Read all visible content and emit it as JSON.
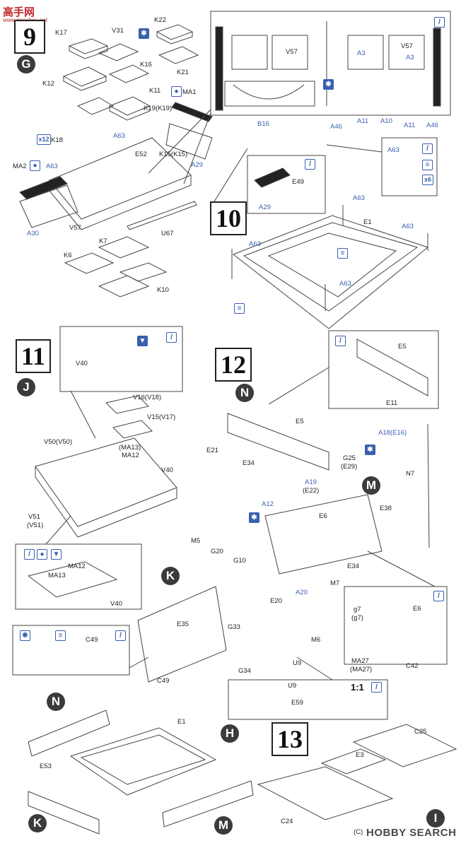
{
  "header_logo": {
    "site": "高手网",
    "url": "www.gaoshou.net"
  },
  "watermark": {
    "copyright": "(C)",
    "brand": "HOBBY SEARCH"
  },
  "steps": {
    "s9": "9",
    "s10": "10",
    "s11": "11",
    "s12": "12",
    "s13": "13"
  },
  "circles": {
    "g": "G",
    "j": "J",
    "k": "K",
    "m": "M",
    "n1": "N",
    "n2": "N",
    "h": "H",
    "k2": "K",
    "m2": "M",
    "i": "I"
  },
  "scale_label": "1:1",
  "multipliers": {
    "x12": "x12",
    "x6": "x6"
  },
  "parts": {
    "k17": "K17",
    "v31": "V31",
    "k22": "K22",
    "k12": "K12",
    "k16": "K16",
    "k21": "K21",
    "k11": "K11",
    "ma1": "MA1",
    "k19": "K19(K19)",
    "a63a": "A63",
    "k18": "K18",
    "e52": "E52",
    "k15": "K15(K15)",
    "a29a": "A29",
    "ma2": "MA2",
    "a63b": "A63",
    "a30": "A30",
    "v57a": "V57",
    "u67": "U67",
    "k7": "K7",
    "k6": "K6",
    "k10": "K10",
    "v57b": "V57",
    "v57c": "V57",
    "a3a": "A3",
    "a3b": "A3",
    "b16": "B16",
    "a46a": "A46",
    "a11a": "A11",
    "a10": "A10",
    "a11b": "A11",
    "a46b": "A46",
    "a63c": "A63",
    "e49": "E49",
    "a29b": "A29",
    "a63d": "A63",
    "e1a": "E1",
    "a63e": "A63",
    "a63f": "A63",
    "a63g": "A63",
    "v40a": "V40",
    "v16": "V16(V18)",
    "v15": "V15(V17)",
    "ma13a": "(MA13)",
    "ma12a": "MA12",
    "v50": "V50(V50)",
    "v40b": "V40",
    "v51": "V51",
    "v51p": "(V51)",
    "ma12b": "MA12",
    "ma13b": "MA13",
    "v40c": "V40",
    "e5a": "E5",
    "e11": "E11",
    "e5b": "E5",
    "a18": "A18(E16)",
    "e21": "E21",
    "g25": "G25",
    "e29": "(E29)",
    "e34a": "E34",
    "a19": "A19",
    "e22": "(E22)",
    "n7": "N7",
    "a12": "A12",
    "e6a": "E6",
    "e38": "E38",
    "m5": "M5",
    "g20": "G20",
    "g10": "G10",
    "e34b": "E34",
    "a20": "A20",
    "m7": "M7",
    "e20": "E20",
    "e35": "E35",
    "g33": "G33",
    "m6": "M6",
    "g34": "G34",
    "u9a": "U9",
    "e6b": "E6",
    "g7": "g7",
    "g7p": "(g7)",
    "ma27": "MA27",
    "ma27p": "(MA27)",
    "c42": "C42",
    "c49a": "C49",
    "c49b": "C49",
    "u9b": "U9",
    "e59": "E59",
    "e1b": "E1",
    "e53": "E53",
    "c25": "C25",
    "e3": "E3",
    "c24": "C24"
  }
}
